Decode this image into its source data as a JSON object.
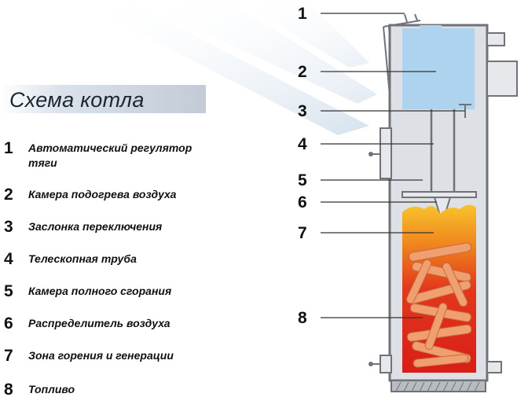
{
  "title": "Схема котла",
  "legend": [
    {
      "num": "1",
      "text": "Автоматический регулятор тяги"
    },
    {
      "num": "2",
      "text": "Камера подогрева воздуха"
    },
    {
      "num": "3",
      "text": "Заслонка переключения"
    },
    {
      "num": "4",
      "text": "Телескопная труба"
    },
    {
      "num": "5",
      "text": "Камера полного сгорания"
    },
    {
      "num": "6",
      "text": "Распределитель воздуха"
    },
    {
      "num": "7",
      "text": "Зона горения и генерации"
    },
    {
      "num": "8",
      "text": "Топливо"
    }
  ],
  "callouts": [
    "1",
    "2",
    "3",
    "4",
    "5",
    "6",
    "7",
    "8"
  ],
  "colors": {
    "air_chamber": "#aed3ee",
    "boiler_body": "#dde0e4",
    "outline": "#6f7378",
    "flame_top": "#f6c02a",
    "flame_bottom": "#e0231b",
    "fuel": "#f0a070"
  }
}
